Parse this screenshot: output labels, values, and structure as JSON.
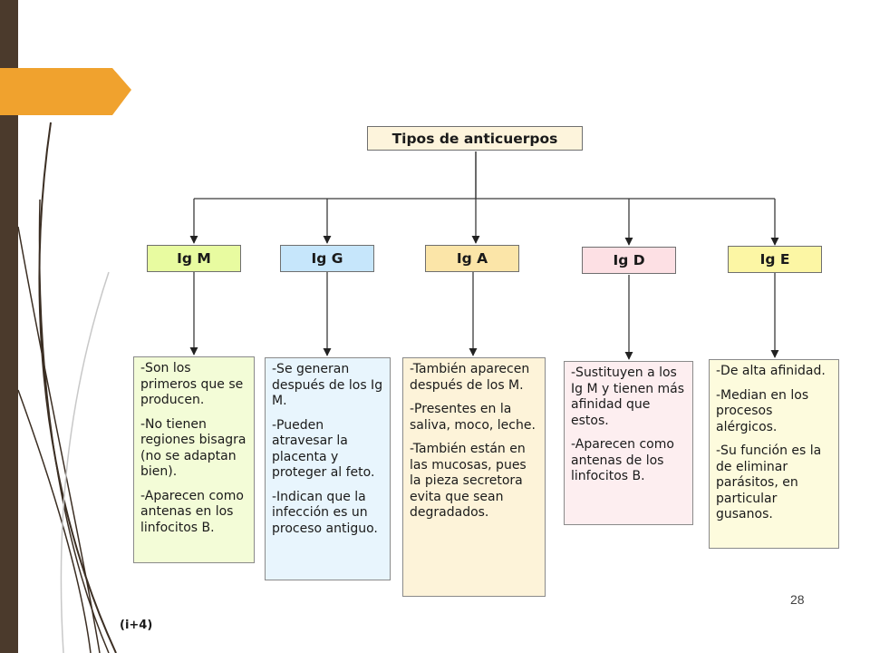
{
  "diagram": {
    "title": "Tipos de anticuerpos",
    "types": [
      {
        "name": "Ig M",
        "color": "#e8fba0",
        "desc_bg": "#f3fcd7",
        "points": [
          "-Son los primeros que se producen.",
          "-No tienen regiones bisagra (no se adaptan bien).",
          "-Aparecen como antenas en los linfocitos B."
        ]
      },
      {
        "name": "Ig G",
        "color": "#c6e6fb",
        "desc_bg": "#e8f5fd",
        "points": [
          "-Se generan después de los Ig M.",
          "-Pueden atravesar la placenta y proteger al feto.",
          "-Indican que la infección es un proceso antiguo."
        ]
      },
      {
        "name": "Ig A",
        "color": "#fbe5a8",
        "desc_bg": "#fdf3d9",
        "points": [
          "-También aparecen después de los M.",
          "-Presentes en la saliva, moco, leche.",
          "-También están en las mucosas, pues la pieza secretora evita que sean degradados."
        ]
      },
      {
        "name": "Ig D",
        "color": "#fde0e4",
        "desc_bg": "#fdeef0",
        "points": [
          "-Sustituyen a los Ig M y tienen más afinidad que estos.",
          "-Aparecen como antenas de los linfocitos B."
        ]
      },
      {
        "name": "Ig E",
        "color": "#fcf6a4",
        "desc_bg": "#fdfbdd",
        "points": [
          "-De alta afinidad.",
          "-Median en los procesos alérgicos.",
          "-Su función es la de eliminar parásitos, en particular gusanos."
        ]
      }
    ]
  },
  "page_number": "28",
  "footnote": "(i+4)",
  "theme": {
    "bar_color": "#4b3a2c",
    "tab_color": "#f0a22e"
  }
}
